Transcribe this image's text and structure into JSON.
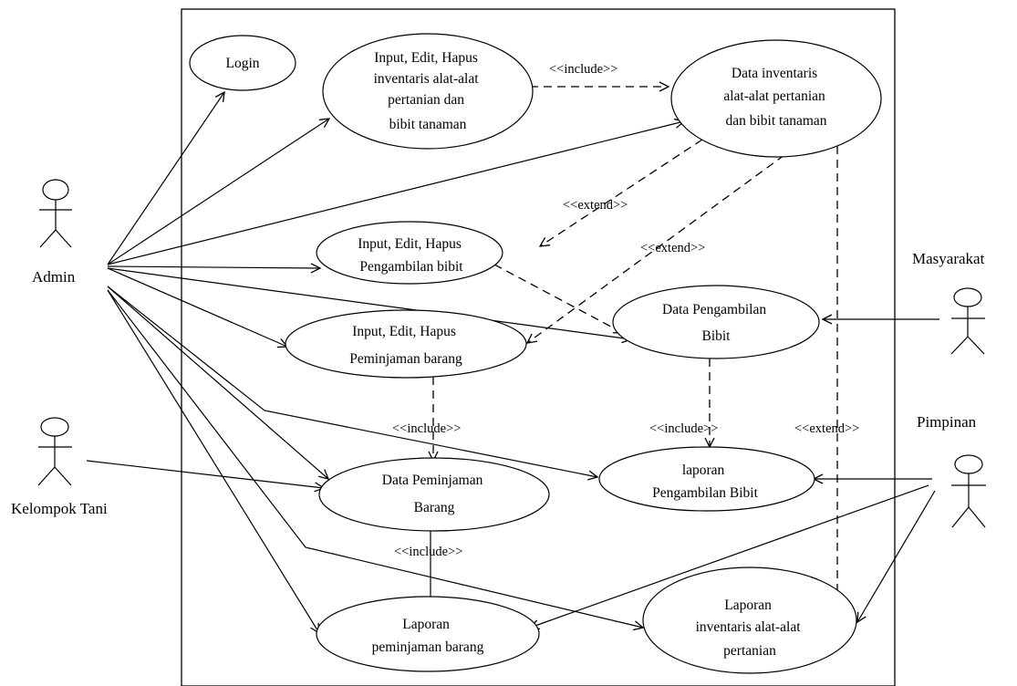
{
  "actors": {
    "admin": "Admin",
    "kelompok_tani": "Kelompok Tani",
    "masyarakat": "Masyarakat",
    "pimpinan": "Pimpinan"
  },
  "use_cases": {
    "login": [
      "Login"
    ],
    "input_inventaris": [
      "Input, Edit, Hapus",
      "inventaris alat-alat",
      "pertanian dan",
      "bibit tanaman"
    ],
    "data_inventaris": [
      "Data inventaris",
      "alat-alat pertanian",
      "dan bibit tanaman"
    ],
    "input_pengambilan": [
      "Input, Edit, Hapus",
      "Pengambilan bibit"
    ],
    "input_peminjaman": [
      "Input, Edit, Hapus",
      "Peminjaman barang"
    ],
    "data_pengambilan": [
      "Data Pengambilan",
      "Bibit"
    ],
    "data_peminjaman": [
      "Data Peminjaman",
      "Barang"
    ],
    "laporan_pengambilan": [
      "laporan",
      "Pengambilan Bibit"
    ],
    "laporan_peminjaman": [
      "Laporan",
      "peminjaman barang"
    ],
    "laporan_inventaris": [
      "Laporan",
      "inventaris alat-alat",
      "pertanian"
    ]
  },
  "stereotypes": {
    "include_1": "<<include>>",
    "extend_1": "<<extend>>",
    "extend_2": "<<extend>>",
    "include_2": "<<include>>",
    "include_3": "<<include>>",
    "extend_3": "<<extend>>",
    "include_4": "<<include>>"
  }
}
